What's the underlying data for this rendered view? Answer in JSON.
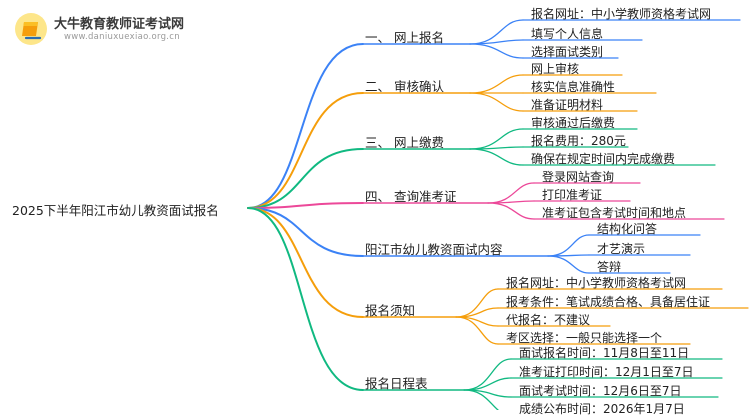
{
  "logo": {
    "title": "大牛教育教师证考试网",
    "url": "www.daniuxuexiao.org.cn"
  },
  "root": "2025下半年阳江市幼儿教资面试报名",
  "branches": [
    {
      "label": "一、 网上报名",
      "color": "#3b82f6",
      "leaves": [
        "报名网址：中小学教师资格考试网",
        "填写个人信息",
        "选择面试类别"
      ]
    },
    {
      "label": "二、 审核确认",
      "color": "#f59e0b",
      "leaves": [
        "网上审核",
        "核实信息准确性",
        "准备证明材料"
      ]
    },
    {
      "label": "三、 网上缴费",
      "color": "#10b981",
      "leaves": [
        "审核通过后缴费",
        "报名费用：280元",
        "确保在规定时间内完成缴费"
      ]
    },
    {
      "label": "四、 查询准考证",
      "color": "#ec4899",
      "leaves": [
        "登录网站查询",
        "打印准考证",
        "准考证包含考试时间和地点"
      ]
    },
    {
      "label": "阳江市幼儿教资面试内容",
      "color": "#3b82f6",
      "leaves": [
        "结构化问答",
        "才艺演示",
        "答辩"
      ]
    },
    {
      "label": "报名须知",
      "color": "#f59e0b",
      "leaves": [
        "报名网址：中小学教师资格考试网",
        "报考条件：笔试成绩合格、具备居住证",
        "代报名：不建议",
        "考区选择：一般只能选择一个"
      ]
    },
    {
      "label": "报名日程表",
      "color": "#10b981",
      "leaves": [
        "面试报名时间：11月8日至11日",
        "准考证打印时间：12月1日至7日",
        "面试考试时间：12月6日至7日",
        "成绩公布时间：2026年1月7日"
      ]
    }
  ]
}
